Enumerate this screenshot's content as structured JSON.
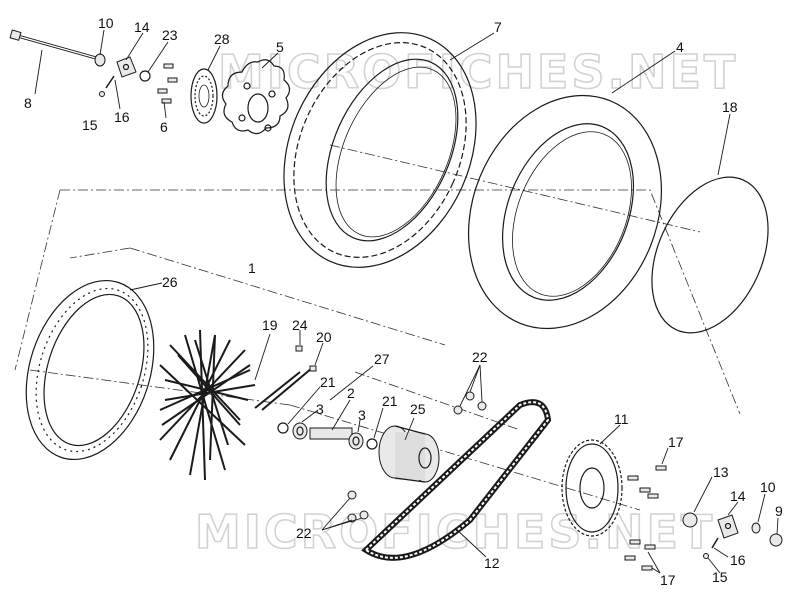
{
  "diagram": {
    "watermark_top": "MICROFICHES.NET",
    "watermark_bottom": "MICROFICHES.NET",
    "callouts": [
      {
        "id": "c10a",
        "text": "10"
      },
      {
        "id": "c14a",
        "text": "14"
      },
      {
        "id": "c23",
        "text": "23"
      },
      {
        "id": "c28",
        "text": "28"
      },
      {
        "id": "c5",
        "text": "5"
      },
      {
        "id": "c7",
        "text": "7"
      },
      {
        "id": "c4",
        "text": "4"
      },
      {
        "id": "c18",
        "text": "18"
      },
      {
        "id": "c8",
        "text": "8"
      },
      {
        "id": "c15a",
        "text": "15"
      },
      {
        "id": "c16a",
        "text": "16"
      },
      {
        "id": "c6",
        "text": "6"
      },
      {
        "id": "c1",
        "text": "1"
      },
      {
        "id": "c26",
        "text": "26"
      },
      {
        "id": "c19",
        "text": "19"
      },
      {
        "id": "c24",
        "text": "24"
      },
      {
        "id": "c20",
        "text": "20"
      },
      {
        "id": "c27",
        "text": "27"
      },
      {
        "id": "c22a",
        "text": "22"
      },
      {
        "id": "c21a",
        "text": "21"
      },
      {
        "id": "c2",
        "text": "2"
      },
      {
        "id": "c3a",
        "text": "3"
      },
      {
        "id": "c3b",
        "text": "3"
      },
      {
        "id": "c21b",
        "text": "21"
      },
      {
        "id": "c25",
        "text": "25"
      },
      {
        "id": "c11",
        "text": "11"
      },
      {
        "id": "c17a",
        "text": "17"
      },
      {
        "id": "c13",
        "text": "13"
      },
      {
        "id": "c14b",
        "text": "14"
      },
      {
        "id": "c10b",
        "text": "10"
      },
      {
        "id": "c9",
        "text": "9"
      },
      {
        "id": "c16b",
        "text": "16"
      },
      {
        "id": "c15b",
        "text": "15"
      },
      {
        "id": "c17b",
        "text": "17"
      },
      {
        "id": "c22b",
        "text": "22"
      },
      {
        "id": "c12",
        "text": "12"
      }
    ]
  }
}
